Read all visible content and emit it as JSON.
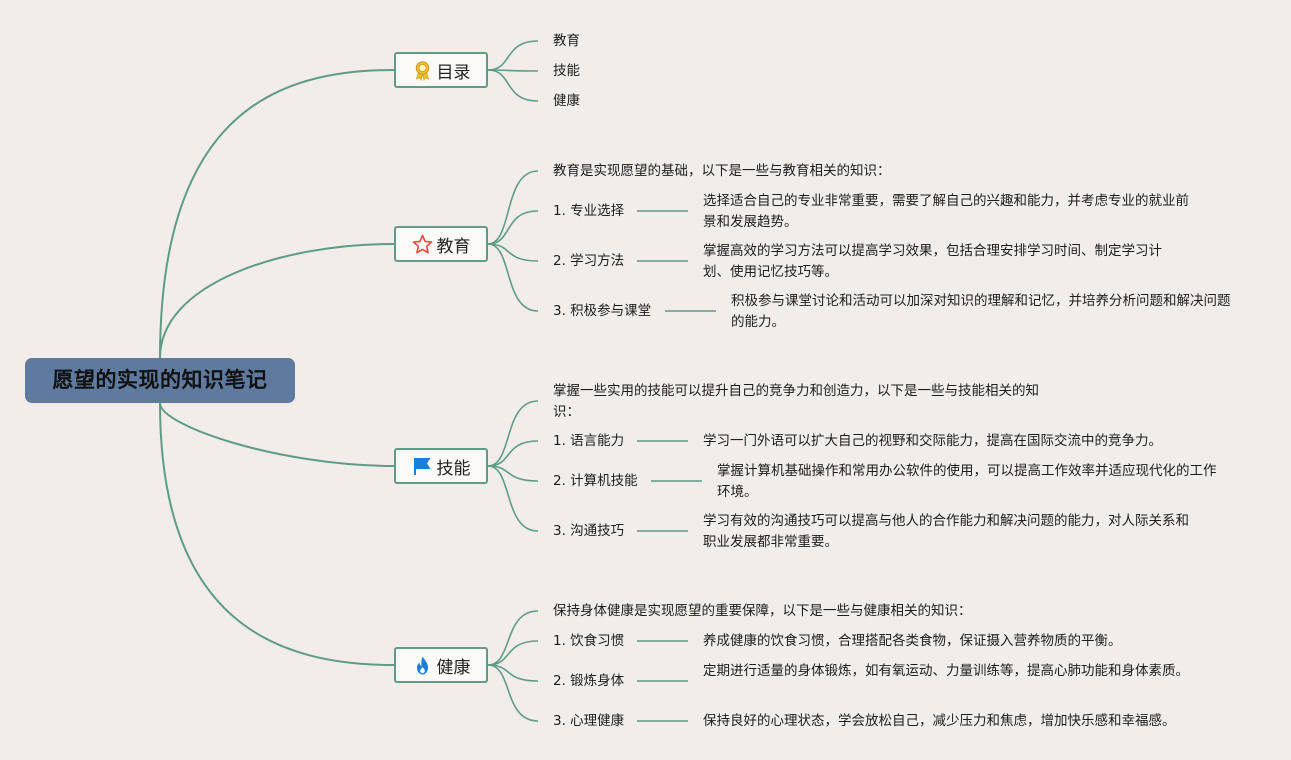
{
  "root": {
    "title": "愿望的实现的知识笔记"
  },
  "topics": {
    "catalog": {
      "label": "目录",
      "icon": "award-ribbon-icon",
      "items": [
        "教育",
        "技能",
        "健康"
      ]
    },
    "education": {
      "label": "教育",
      "icon": "star-icon",
      "intro": "教育是实现愿望的基础，以下是一些与教育相关的知识：",
      "items": [
        {
          "name": "1. 专业选择",
          "desc": "选择适合自己的专业非常重要，需要了解自己的兴趣和能力，并考虑专业的就业前景和发展趋势。"
        },
        {
          "name": "2. 学习方法",
          "desc": "掌握高效的学习方法可以提高学习效果，包括合理安排学习时间、制定学习计划、使用记忆技巧等。"
        },
        {
          "name": "3. 积极参与课堂",
          "desc": "积极参与课堂讨论和活动可以加深对知识的理解和记忆，并培养分析问题和解决问题的能力。"
        }
      ]
    },
    "skills": {
      "label": "技能",
      "icon": "flag-icon",
      "intro": "掌握一些实用的技能可以提升自己的竞争力和创造力，以下是一些与技能相关的知识：",
      "items": [
        {
          "name": "1. 语言能力",
          "desc": "学习一门外语可以扩大自己的视野和交际能力，提高在国际交流中的竞争力。"
        },
        {
          "name": "2. 计算机技能",
          "desc": "掌握计算机基础操作和常用办公软件的使用，可以提高工作效率并适应现代化的工作环境。"
        },
        {
          "name": "3. 沟通技巧",
          "desc": "学习有效的沟通技巧可以提高与他人的合作能力和解决问题的能力，对人际关系和职业发展都非常重要。"
        }
      ]
    },
    "health": {
      "label": "健康",
      "icon": "fire-icon",
      "intro": "保持身体健康是实现愿望的重要保障，以下是一些与健康相关的知识：",
      "items": [
        {
          "name": "1. 饮食习惯",
          "desc": "养成健康的饮食习惯，合理搭配各类食物，保证摄入营养物质的平衡。"
        },
        {
          "name": "2. 锻炼身体",
          "desc": "定期进行适量的身体锻炼，如有氧运动、力量训练等，提高心肺功能和身体素质。"
        },
        {
          "name": "3. 心理健康",
          "desc": "保持良好的心理状态，学会放松自己，减少压力和焦虑，增加快乐感和幸福感。"
        }
      ]
    }
  },
  "colors": {
    "background": "#f2ede8",
    "root": "#5f7a9f",
    "line": "#5e9c86"
  }
}
